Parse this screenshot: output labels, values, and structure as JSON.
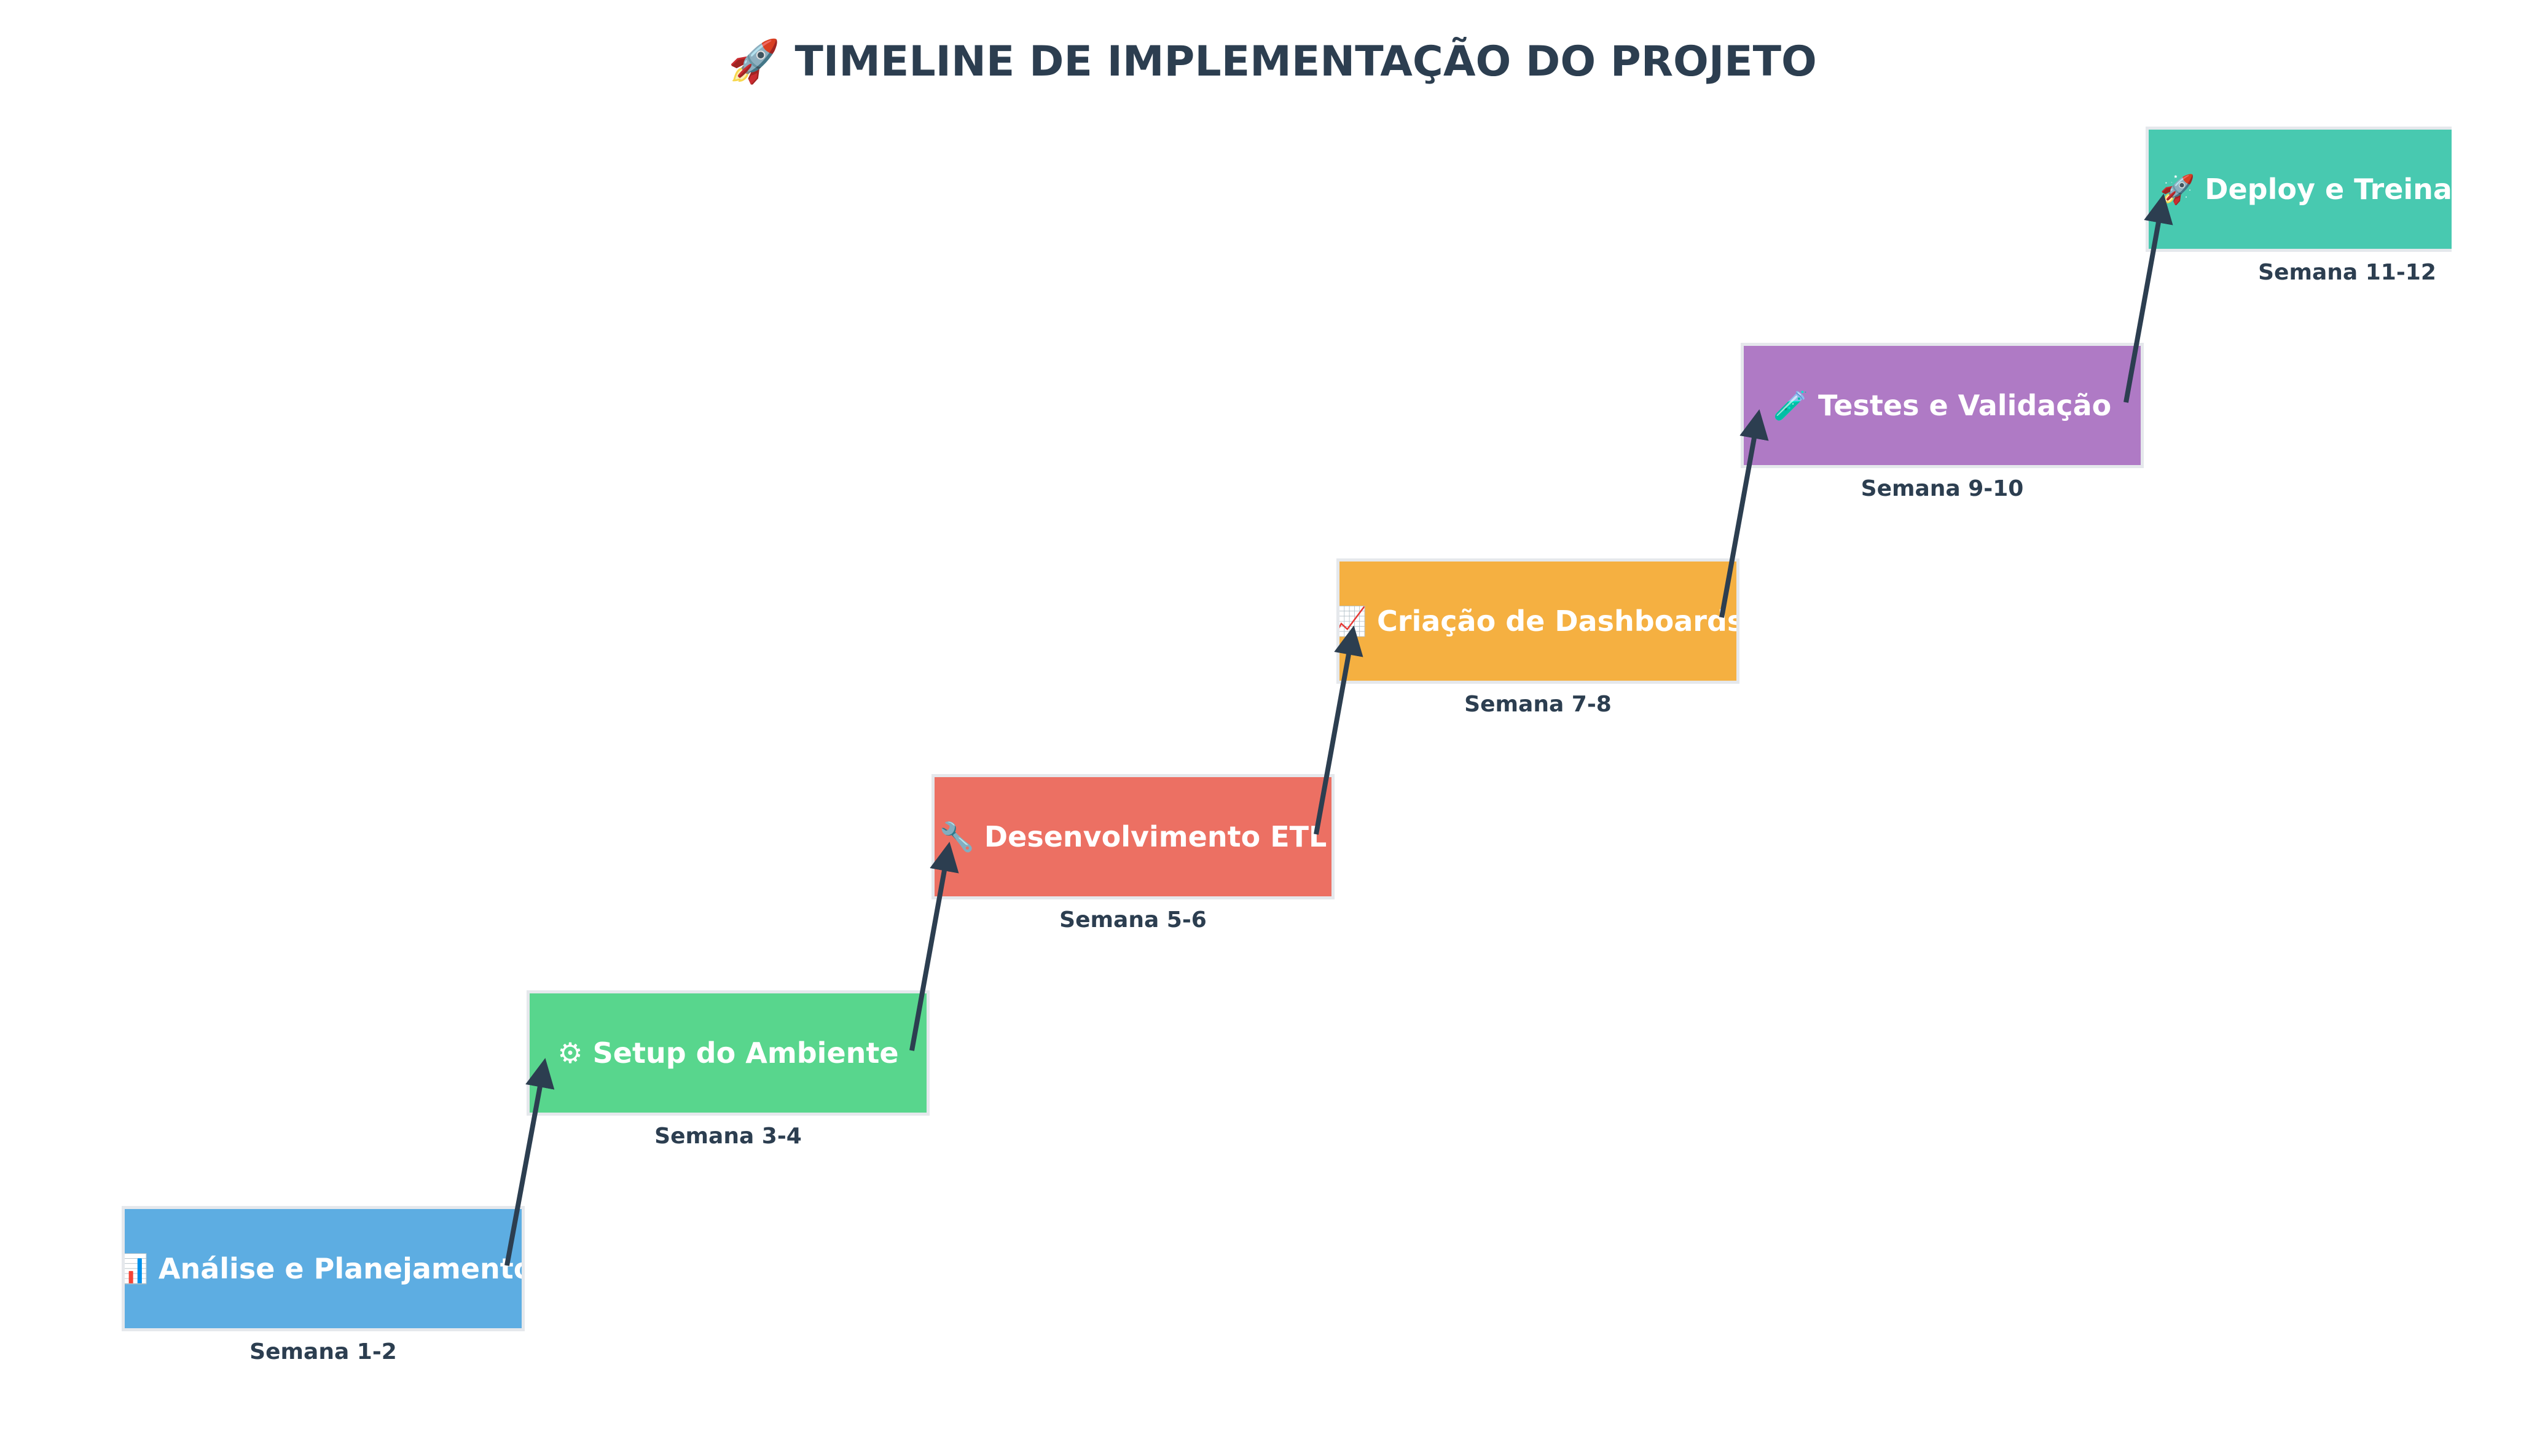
{
  "title": "🚀 TIMELINE DE IMPLEMENTAÇÃO DO PROJETO",
  "colors": {
    "text": "#2c3e50",
    "arrow": "#2c3e50",
    "box_border": "#e5e8ec"
  },
  "phases": [
    {
      "label": "📊 Análise e Planejamento",
      "week": "Semana 1-2",
      "color": "#5dade2"
    },
    {
      "label": "⚙ Setup do Ambiente",
      "week": "Semana 3-4",
      "color": "#58d68d"
    },
    {
      "label": "🔧 Desenvolvimento ETL",
      "week": "Semana 5-6",
      "color": "#ec7063"
    },
    {
      "label": "📈 Criação de Dashboards",
      "week": "Semana 7-8",
      "color": "#f5b041"
    },
    {
      "label": "🧪 Testes e Validação",
      "week": "Semana 9-10",
      "color": "#af7ac5"
    },
    {
      "label": "🚀 Deploy e Treinamento",
      "week": "Semana 11-12",
      "color": "#48c9b0"
    }
  ]
}
